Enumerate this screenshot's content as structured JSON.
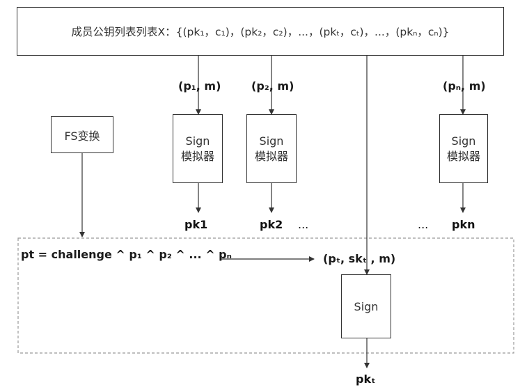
{
  "header": {
    "text": "成员公钥列表列表X：{(pk₁，c₁)，(pk₂，c₂)，...，(pkₜ，cₜ)，...，(pkₙ，cₙ)}"
  },
  "inputs": {
    "p1": "(p₁, m)",
    "p2": "(p₂, m)",
    "pn": "(pₙ, m)"
  },
  "fs_box": {
    "label": "FS变换"
  },
  "sim_boxes": [
    {
      "line1": "Sign",
      "line2": "模拟器"
    },
    {
      "line1": "Sign",
      "line2": "模拟器"
    },
    {
      "line1": "Sign",
      "line2": "模拟器"
    }
  ],
  "outputs": {
    "pk1": "pk1",
    "pk2": "pk2",
    "pkn": "pkn",
    "dots_left": "...",
    "dots_right": "..."
  },
  "equation": {
    "text": "pt = challenge ^ p₁ ^ p₂ ^ ... ^ pₙ"
  },
  "signer_input": {
    "text": "(pₜ, skₜ , m)"
  },
  "sign_box": {
    "label": "Sign"
  },
  "final_output": {
    "text": "pkₜ"
  }
}
